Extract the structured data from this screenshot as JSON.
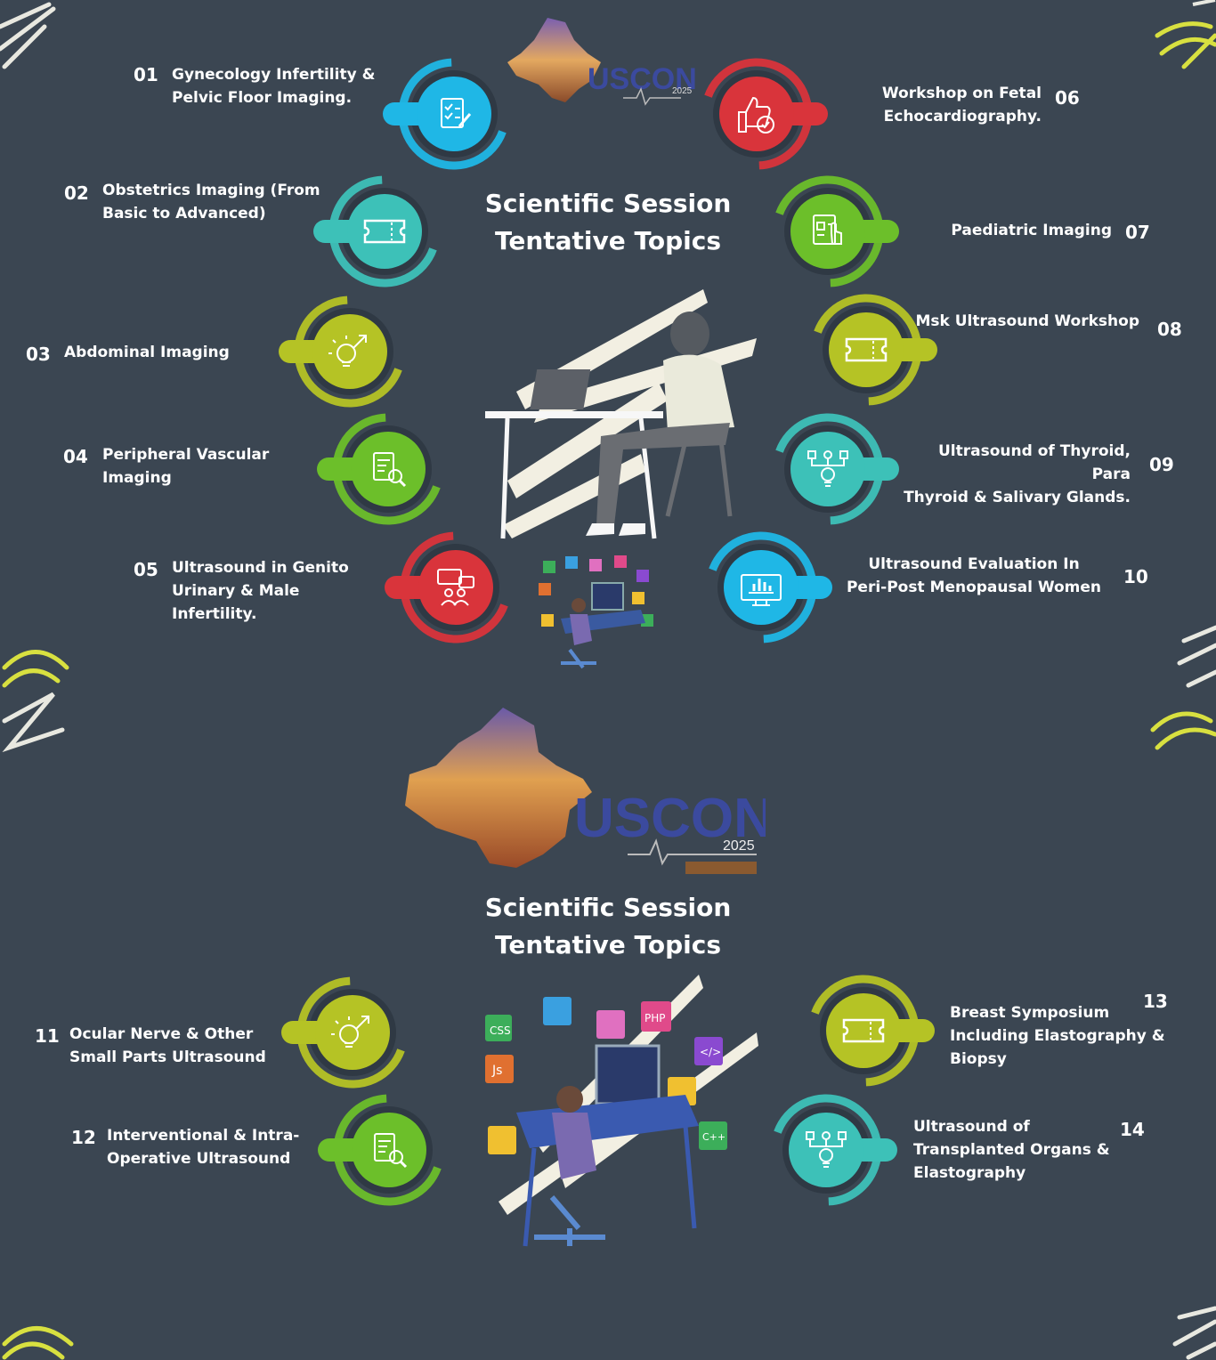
{
  "section1": {
    "heading_line1": "Scientific Session",
    "heading_line2": "Tentative Topics",
    "logo": {
      "text": "USCON",
      "year": "2025"
    }
  },
  "section2": {
    "heading_line1": "Scientific Session",
    "heading_line2": "Tentative Topics",
    "logo": {
      "text": "USCON",
      "year": "2025"
    }
  },
  "topics": [
    {
      "number": "01",
      "title": [
        "Gynecology Infertility &",
        "Pelvic Floor Imaging."
      ],
      "icon": "checklist-icon",
      "color": "#1fb7e6"
    },
    {
      "number": "02",
      "title": [
        "Obstetrics Imaging (From",
        "Basic to Advanced)"
      ],
      "icon": "ticket-icon",
      "color": "#3dc1b8"
    },
    {
      "number": "03",
      "title": [
        "Abdominal Imaging"
      ],
      "icon": "lightbulb-icon",
      "color": "#b5c325"
    },
    {
      "number": "04",
      "title": [
        "Peripheral Vascular",
        "Imaging"
      ],
      "icon": "document-search-icon",
      "color": "#6cbf2a"
    },
    {
      "number": "05",
      "title": [
        "Ultrasound in Genito",
        "Urinary & Male",
        "Infertility."
      ],
      "icon": "chat-people-icon",
      "color": "#d9343b"
    },
    {
      "number": "06",
      "title": [
        "Workshop on Fetal",
        "Echocardiography."
      ],
      "icon": "thumbs-up-icon",
      "color": "#d9343b"
    },
    {
      "number": "07",
      "title": [
        "Paediatric Imaging"
      ],
      "icon": "clipboard-hand-icon",
      "color": "#6cbf2a"
    },
    {
      "number": "08",
      "title": [
        "Msk Ultrasound Workshop"
      ],
      "icon": "ticket-icon",
      "color": "#b5c325"
    },
    {
      "number": "09",
      "title": [
        "Ultrasound of Thyroid, Para",
        "Thyroid & Salivary Glands."
      ],
      "icon": "network-bulb-icon",
      "color": "#3dc1b8"
    },
    {
      "number": "10",
      "title": [
        "Ultrasound Evaluation In",
        "Peri-Post Menopausal Women"
      ],
      "icon": "monitor-chart-icon",
      "color": "#1fb7e6"
    },
    {
      "number": "11",
      "title": [
        "Ocular Nerve & Other",
        "Small Parts Ultrasound"
      ],
      "icon": "lightbulb-icon",
      "color": "#b5c325"
    },
    {
      "number": "12",
      "title": [
        "Interventional & Intra-",
        "Operative Ultrasound"
      ],
      "icon": "document-search-icon",
      "color": "#6cbf2a"
    },
    {
      "number": "13",
      "title": [
        "Breast Symposium",
        "Including Elastography &",
        "Biopsy"
      ],
      "icon": "ticket-icon",
      "color": "#b5c325"
    },
    {
      "number": "14",
      "title": [
        "Ultrasound of",
        "Transplanted Organs &",
        "Elastography"
      ],
      "icon": "network-bulb-icon",
      "color": "#3dc1b8"
    }
  ]
}
